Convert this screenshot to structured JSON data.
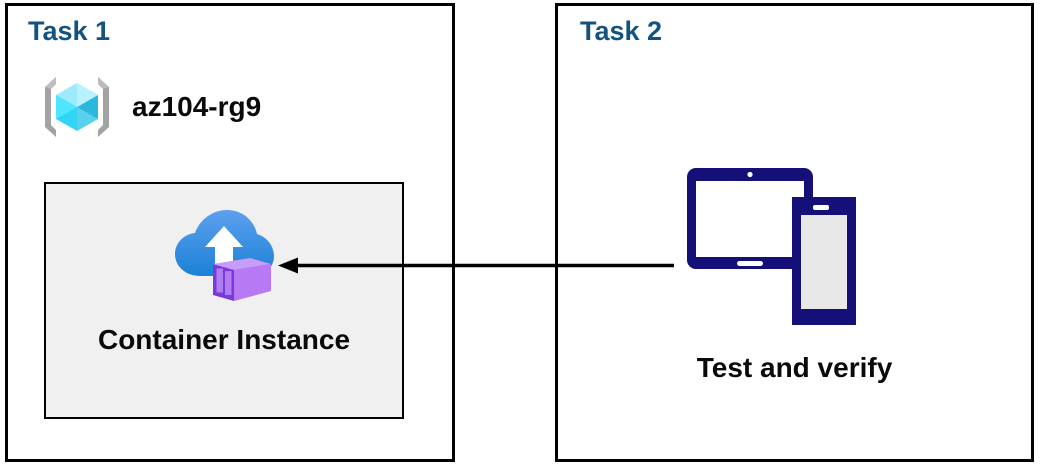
{
  "diagram": {
    "background": "#ffffff",
    "title_color": "#14537f",
    "label_color": "#0a0a0a",
    "border_color": "#000000",
    "card_fill": "#f0f0f0",
    "arrow_color": "#000000",
    "panels": [
      {
        "id": "task1",
        "title": "Task 1",
        "resource_group": {
          "icon": "azure-resource-group-icon",
          "label": "az104-rg9",
          "bracket_color": "#a3a3a3",
          "cube_color": "#50e6ff"
        },
        "resource_card": {
          "icon": "azure-container-instance-icon",
          "label": "Container Instance",
          "cloud_color_top": "#5ea0ef",
          "cloud_color_bottom": "#1b82d6",
          "container_color": "#b77af4",
          "container_shade": "#773adc",
          "arrow_up_color": "#ffffff"
        }
      },
      {
        "id": "task2",
        "title": "Task 2",
        "devices": {
          "icon": "devices-tablet-phone-icon",
          "label": "Test and verify",
          "device_color": "#141077",
          "tablet_screen": "#ffffff",
          "phone_screen": "#e8e8e8"
        }
      }
    ],
    "connector": {
      "name": "flow-arrow",
      "from": "task2-devices",
      "to": "task1-container-instance",
      "direction": "left",
      "color": "#000000"
    }
  }
}
